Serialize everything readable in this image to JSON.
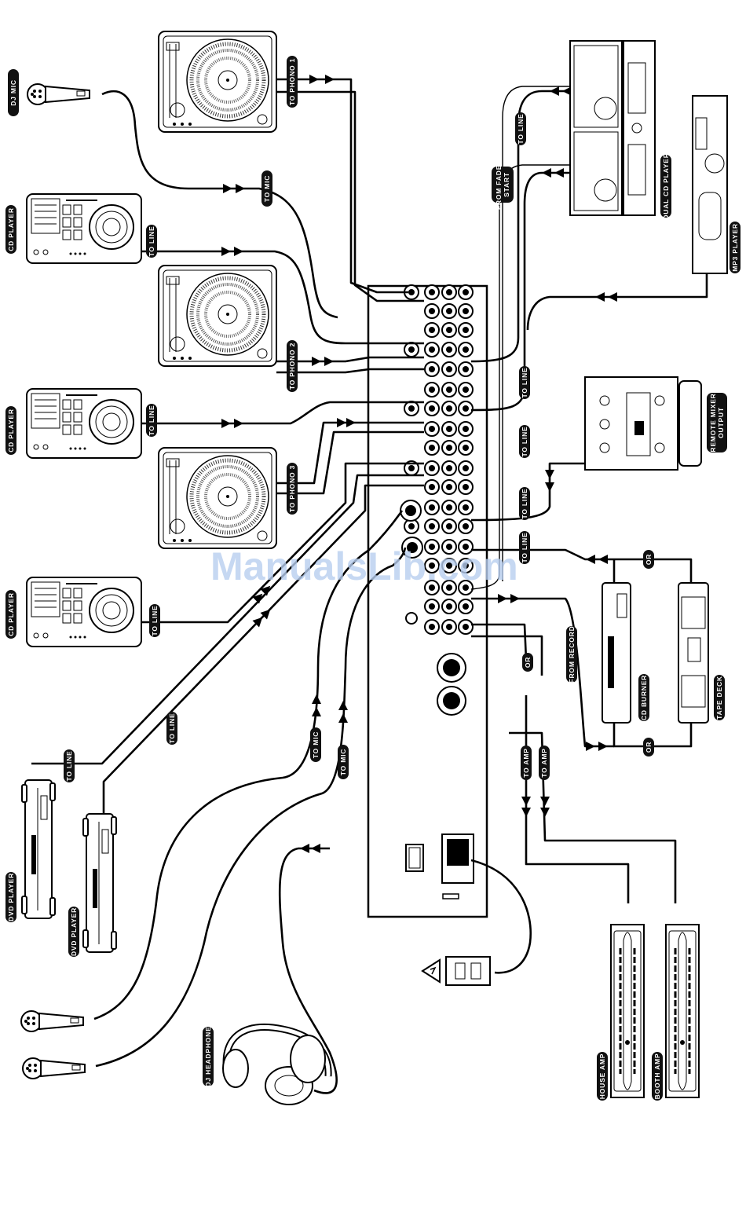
{
  "labels": {
    "dj_mic": "DJ MIC",
    "to_phono_1": "TO PHONO 1",
    "to_mic_top": "TO MIC",
    "cd_player_1": "CD PLAYER",
    "to_line_cd1": "TO LINE",
    "to_phono_2": "TO PHONO 2",
    "cd_player_2": "CD PLAYER",
    "to_line_cd2": "TO LINE",
    "to_phono_3": "TO PHONO 3",
    "cd_player_3": "CD PLAYER",
    "to_line_cd3": "TO LINE",
    "to_line_diag": "TO LINE",
    "to_line_dvd": "TO LINE",
    "dvd_player_1": "DVD PLAYER",
    "dvd_player_2": "DVD PLAYER",
    "to_mic_1": "TO MIC",
    "to_mic_2": "TO MIC",
    "dj_headphone": "DJ HEADPHONE",
    "to_line_dualcd": "TO LINE",
    "from_fader_start": "FROM FADER START",
    "dual_cd_player": "DUAL CD PLAYER",
    "mp3_player": "MP3 PLAYER",
    "to_line_mp3": "TO LINE",
    "to_line_4": "TO LINE",
    "remote_mixer_output": "REMOTE MIXER OUTPUT",
    "to_line_remote": "TO LINE",
    "to_line_rec": "TO LINE",
    "or_top": "OR",
    "from_record": "FROM RECORD",
    "or_xlr": "OR",
    "cd_burner": "CD BURNER",
    "tape_deck": "TAPE DECK",
    "or_bottom": "OR",
    "to_amp_1": "TO AMP",
    "to_amp_2": "TO AMP",
    "house_amp": "HOUSE AMP",
    "booth_amp": "BOOTH AMP"
  },
  "watermark": "ManualsLib.com"
}
